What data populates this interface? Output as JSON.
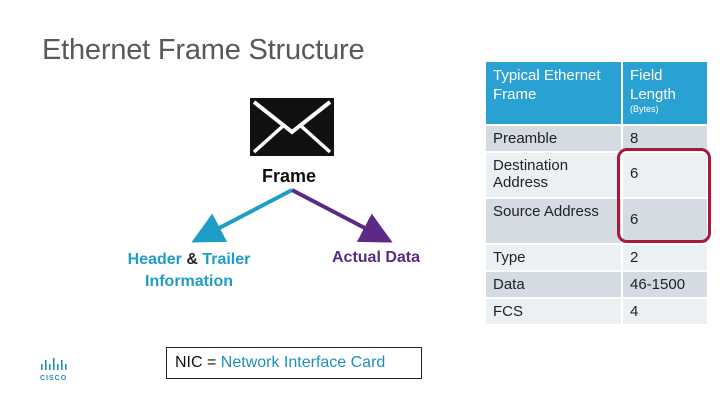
{
  "slide": {
    "title": "Ethernet Frame Structure",
    "frame_label": "Frame",
    "header_word": "Header",
    "amp": "&",
    "trailer_word": "Trailer",
    "information_word": "Information",
    "actual_data": "Actual Data",
    "nic_abbrev": "NIC =",
    "nic_definition": "Network Interface Card",
    "logo_text": "CISCO",
    "icon_envelope": "envelope-icon"
  },
  "table": {
    "header": {
      "col1": "Typical Ethernet Frame",
      "col2": "Field Length",
      "col2_unit": "(Bytes)"
    },
    "rows": [
      {
        "field": "Preamble",
        "length": "8"
      },
      {
        "field": "Destination Address",
        "length": "6"
      },
      {
        "field": "Source Address",
        "length": "6"
      },
      {
        "field": "Type",
        "length": "2"
      },
      {
        "field": "Data",
        "length": "46-1500"
      },
      {
        "field": "FCS",
        "length": "4"
      }
    ]
  },
  "colors": {
    "accent_blue": "#2aa1d3",
    "purple": "#5b2a86",
    "highlight": "#a71a3a"
  }
}
